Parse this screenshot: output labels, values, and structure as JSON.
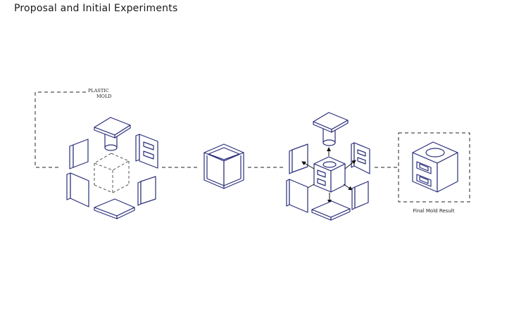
{
  "header": {
    "title": "Proposal and Initial Experiments"
  },
  "labels": {
    "plastic_mold_line1": "PLASTIC",
    "plastic_mold_line2": "MOLD",
    "final_mold_result": "Final Mold Result"
  },
  "colors": {
    "stroke": "#2a2f7a",
    "fill": "#ffffff",
    "dashed": "#222222",
    "arrow": "#111111"
  },
  "stages": [
    "exploded-plastic-mold",
    "assembled-mold-cube",
    "exploded-mold-with-core",
    "final-mold-result"
  ]
}
